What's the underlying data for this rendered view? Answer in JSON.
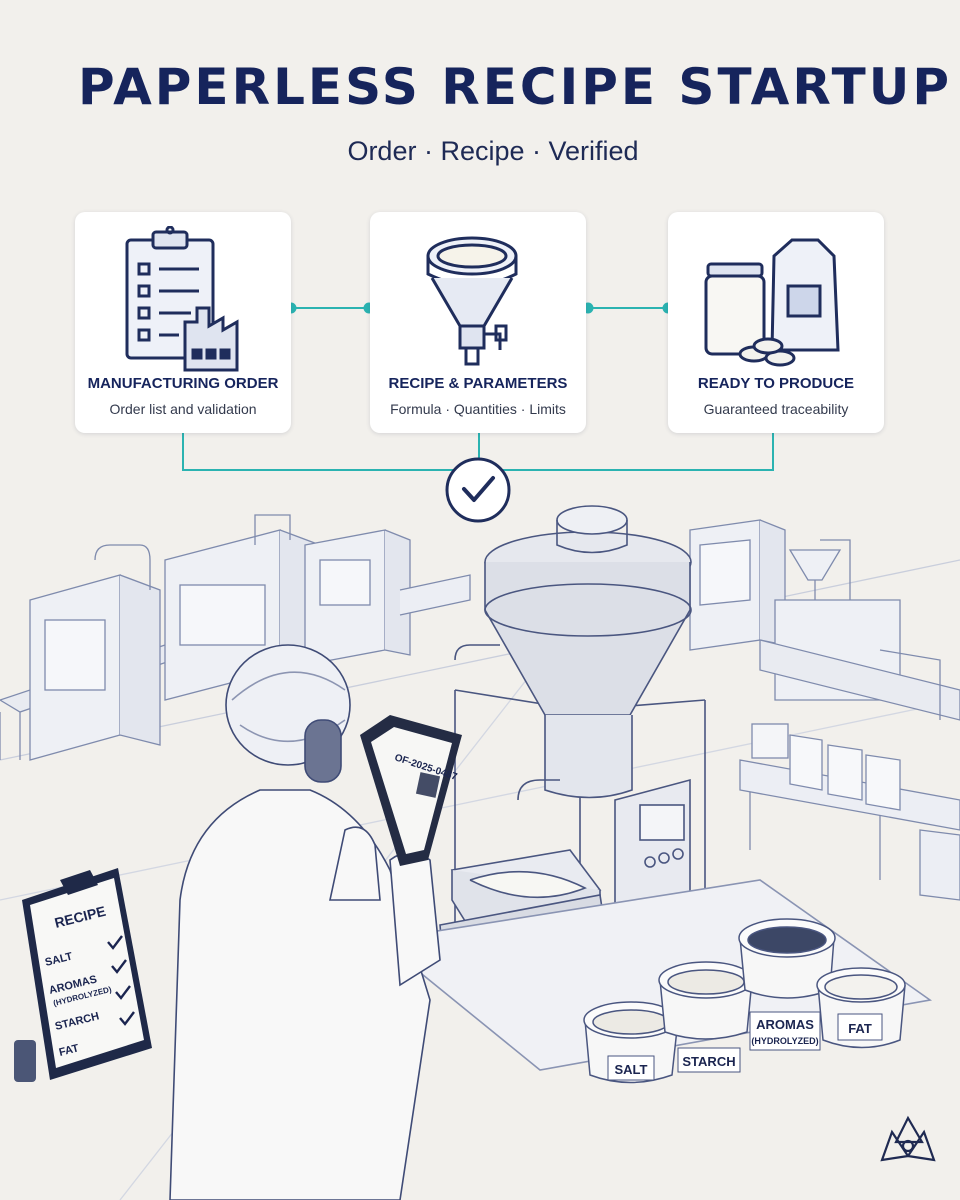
{
  "header": {
    "title": "PAPERLESS RECIPE STARTUP",
    "subtitle": "Order · Recipe · Verified"
  },
  "steps": [
    {
      "title": "MANUFACTURING ORDER",
      "desc": "Order list and validation",
      "icon": "clipboard-factory-icon"
    },
    {
      "title": "RECIPE & PARAMETERS",
      "desc": "Formula · Quantities · Limits",
      "icon": "hopper-icon"
    },
    {
      "title": "READY TO PRODUCE",
      "desc": "Guaranteed traceability",
      "icon": "packaged-product-icon"
    }
  ],
  "status_icon": "checkmark-icon",
  "tablet": {
    "order_code": "OF-2025-0487"
  },
  "recipe_board": {
    "heading": "RECIPE",
    "items": [
      "SALT",
      "AROMAS",
      "(HYDROLYZED)",
      "STARCH",
      "FAT"
    ]
  },
  "ingredients": {
    "salt": "SALT",
    "starch": "STARCH",
    "aromas": "AROMAS",
    "aromas_note": "(HYDROLYZED)",
    "fat": "FAT"
  },
  "colors": {
    "accent": "#2bb3b1",
    "navy": "#16245c",
    "line": "#3c4a78"
  },
  "brand_icon": "flower-logo-icon"
}
